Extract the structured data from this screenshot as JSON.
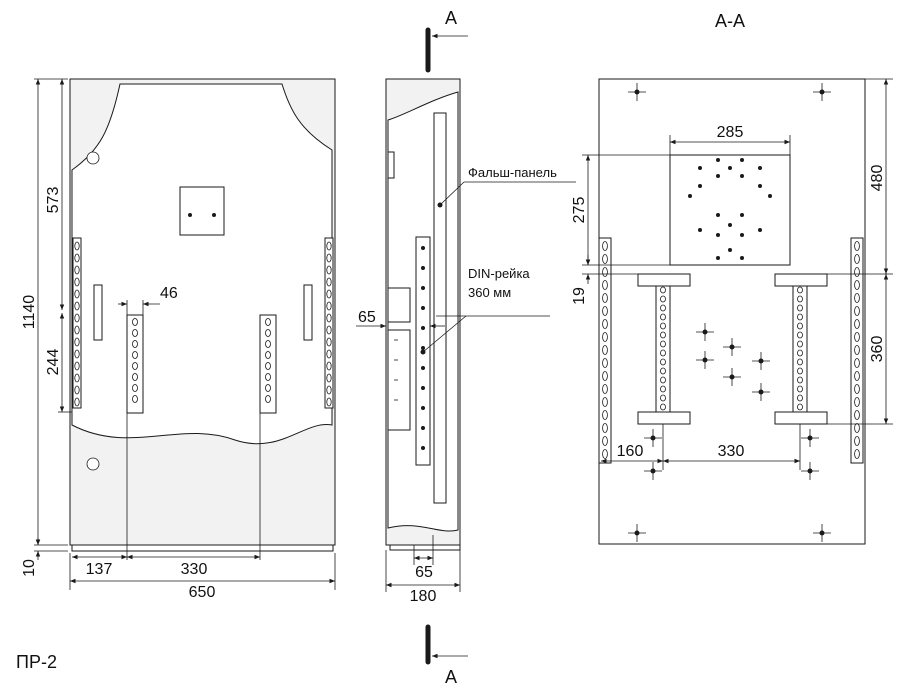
{
  "section": {
    "top_letter": "А",
    "bottom_letter": "А",
    "title": "А-А"
  },
  "labels": {
    "false_panel": "Фальш-панель",
    "din_rail_line1": "DIN-рейка",
    "din_rail_line2": "360 мм",
    "model": "ПР-2"
  },
  "front_view": {
    "dim_height": "1140",
    "dim_upper": "573",
    "dim_lower": "244",
    "dim_foot": "10",
    "dim_slot_width": "46",
    "dim_left_offset": "137",
    "dim_rail_spacing": "330",
    "dim_width": "650"
  },
  "side_view": {
    "dim_depth": "180",
    "dim_rail_depth": "65",
    "dim_side_offset": "65"
  },
  "section_view": {
    "dim_plate_width": "285",
    "dim_plate_height": "275",
    "dim_gap": "19",
    "dim_top_to_rail": "480",
    "dim_rail_height": "360",
    "dim_left_rail": "160",
    "dim_rail_spacing": "330"
  }
}
